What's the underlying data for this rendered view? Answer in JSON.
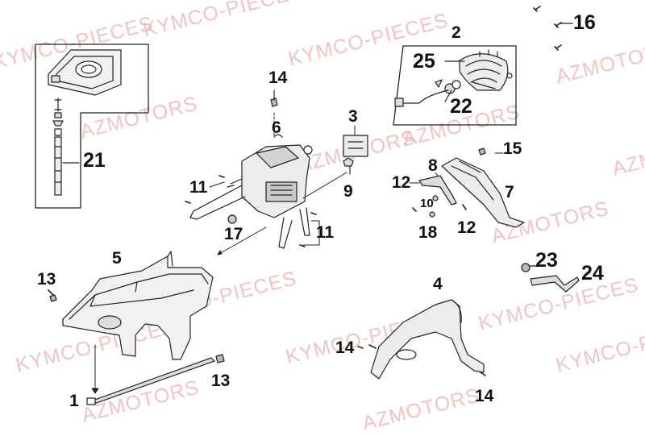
{
  "watermarks": [
    "KYMCO-PIECES",
    "AZMOTORS",
    "KYMCO-PIECES",
    "AZMOTORS",
    "KYMCO-PIECES",
    "AZMOTORS",
    "KYMCO-PIECES",
    "AZMOTORS",
    "KYMCO-PIECES",
    "AZMOTORS",
    "KYMCO-PIECES",
    "AZMOTORS",
    "KYMCO-PIECES",
    "AZMOTORS",
    "KYMCO-PIECES",
    "AZMOTORS"
  ],
  "part_numbers": {
    "p1": "1",
    "p2": "2",
    "p3": "3",
    "p4": "4",
    "p5": "5",
    "p6": "6",
    "p7": "7",
    "p8": "8",
    "p9": "9",
    "p10": "10",
    "p11a": "11",
    "p11b": "11",
    "p12a": "12",
    "p12b": "12",
    "p13a": "13",
    "p13b": "13",
    "p14a": "14",
    "p14b": "14",
    "p14c": "14",
    "p15": "15",
    "p16": "16",
    "p17": "17",
    "p18": "18",
    "p21": "21",
    "p22": "22",
    "p23": "23",
    "p24": "24",
    "p25": "25"
  },
  "colors": {
    "line": "#222222",
    "watermark": "#f2b8b8",
    "part_fill": "#ececec"
  }
}
